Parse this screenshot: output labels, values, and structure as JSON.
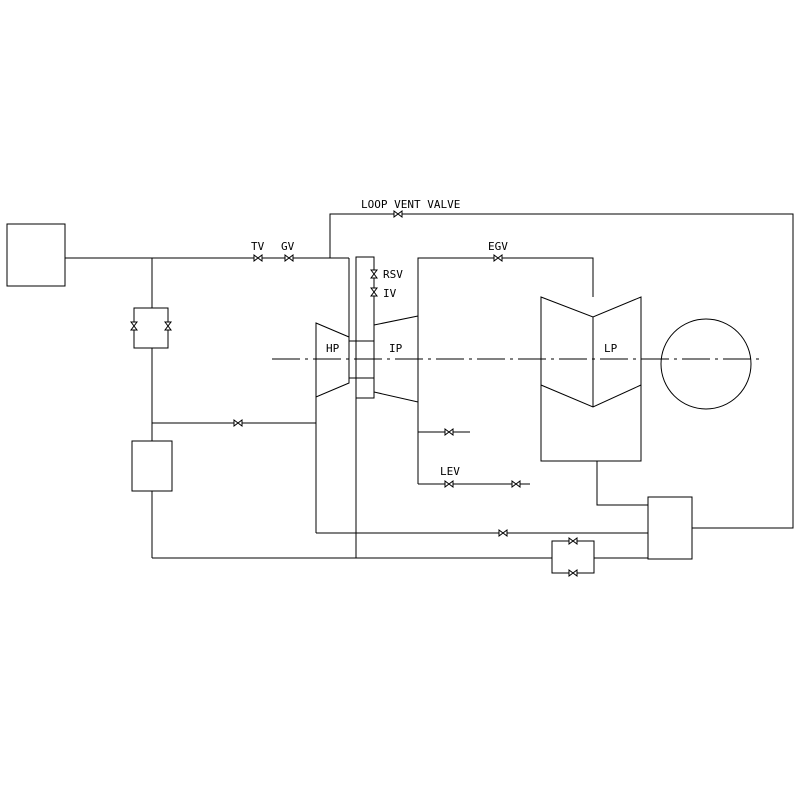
{
  "labels": {
    "loop_vent_valve": "LOOP VENT VALVE",
    "tv": "TV",
    "gv": "GV",
    "egv": "EGV",
    "rsv": "RSV",
    "iv": "IV",
    "hp": "HP",
    "ip": "IP",
    "lp": "LP",
    "lev": "LEV"
  },
  "colors": {
    "line": "#000000",
    "background": "#ffffff"
  }
}
